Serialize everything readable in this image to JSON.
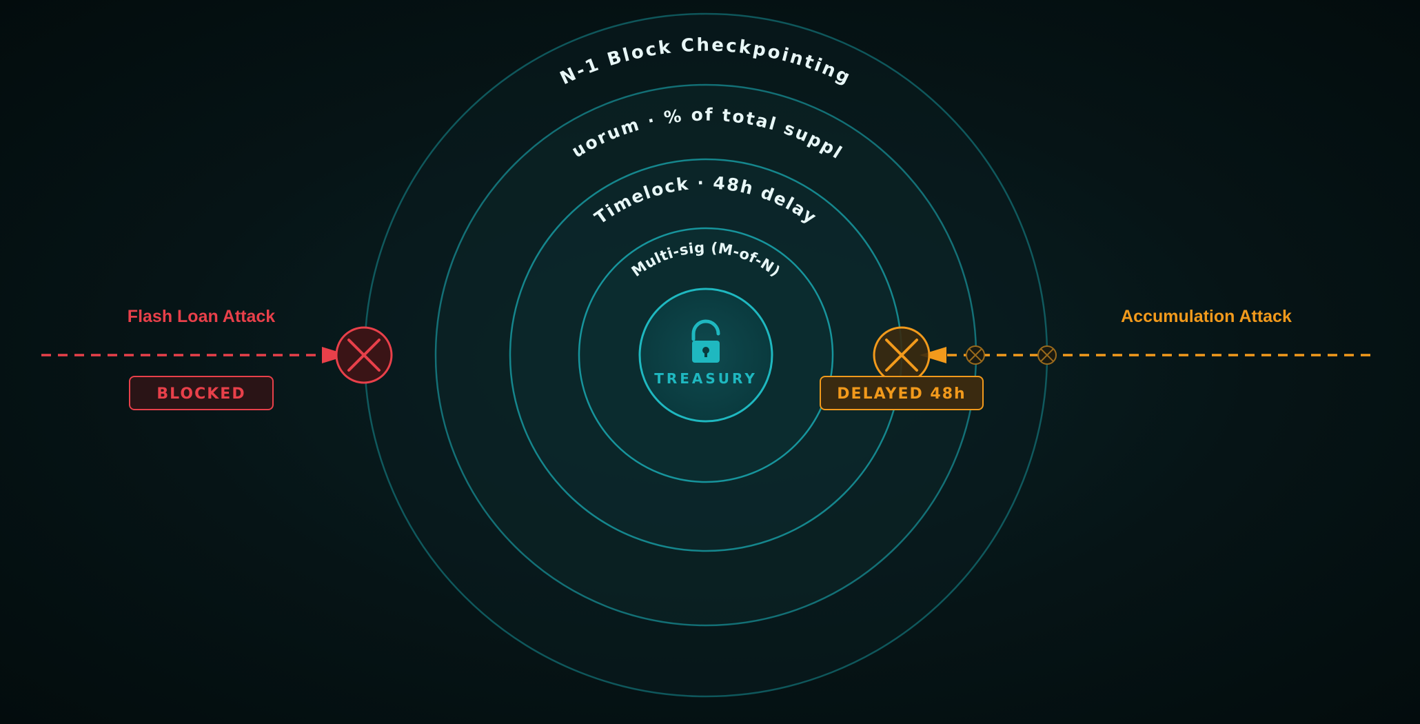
{
  "layers": [
    {
      "id": "n1",
      "label": "N-1 Block Checkpointing"
    },
    {
      "id": "quorum",
      "label": "Quorum · % of total supply"
    },
    {
      "id": "timelock",
      "label": "Timelock · 48h delay"
    },
    {
      "id": "multisig",
      "label": "Multi-sig (M-of-N)"
    }
  ],
  "core": {
    "label": "TREASURY",
    "icon": "unlocked-padlock-icon"
  },
  "attacks": {
    "flash_loan": {
      "title": "Flash Loan Attack",
      "status": "BLOCKED",
      "color": "#e8404a",
      "icon": "x-circle-icon"
    },
    "accumulation": {
      "title": "Accumulation Attack",
      "status": "DELAYED 48h",
      "color": "#f29a1c",
      "icon": "x-circle-icon"
    }
  },
  "colors": {
    "ring": "#1aa8b0",
    "core": "#1fb8c0",
    "label": "#e8f7f7",
    "background": "#061416"
  }
}
